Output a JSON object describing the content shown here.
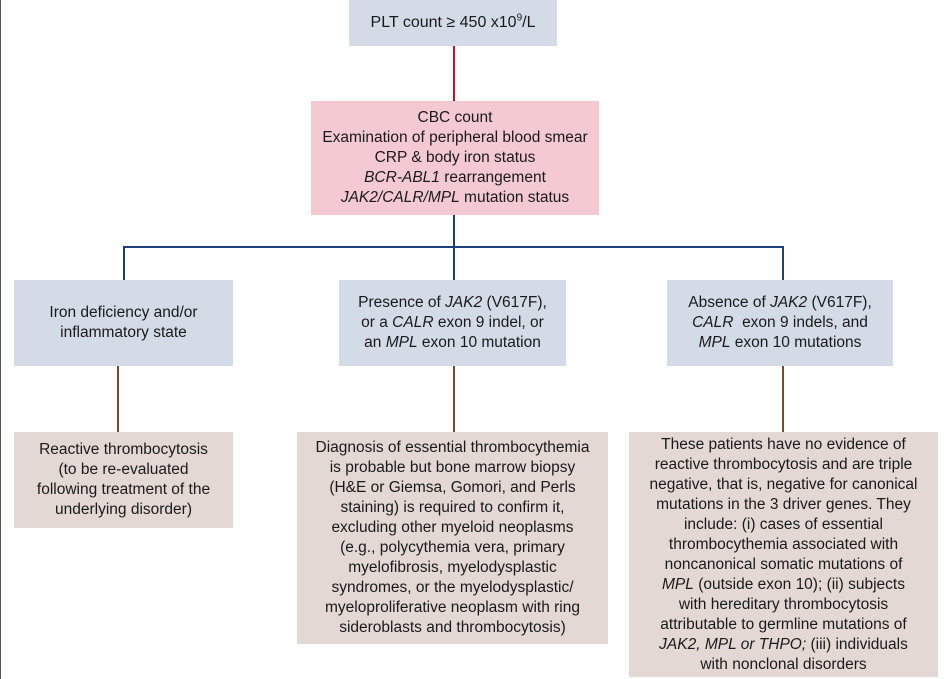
{
  "top": {
    "pre": "PLT count ≥ 450 x10",
    "sup": "9",
    "post": "/L"
  },
  "workup": {
    "l1": "CBC count",
    "l2": "Examination of peripheral blood smear",
    "l3": "CRP & body iron status",
    "l4_i": "BCR-ABL1",
    "l4_post": " rearrangement",
    "l5_i": "JAK2/CALR/MPL",
    "l5_post": " mutation status"
  },
  "branch_left": {
    "l1": "Iron deficiency and/or",
    "l2": "inflammatory state"
  },
  "branch_mid": {
    "l1_pre": "Presence of ",
    "l1_i": "JAK2",
    "l1_post": " (V617F),",
    "l2_pre": "or a ",
    "l2_i": "CALR",
    "l2_post": " exon 9 indel, or",
    "l3_pre": "an ",
    "l3_i": "MPL",
    "l3_post": " exon 10 mutation"
  },
  "branch_right": {
    "l1_pre": "Absence of ",
    "l1_i": "JAK2",
    "l1_post": " (V617F),",
    "l2_i": "CALR",
    "l2_post": "  exon 9 indels, and",
    "l3_i": "MPL",
    "l3_post": " exon 10 mutations"
  },
  "outcome_left": {
    "l1": "Reactive thrombocytosis",
    "l2": "(to be re-evaluated",
    "l3": "following treatment of the",
    "l4": "underlying disorder)"
  },
  "outcome_mid": {
    "l1": "Diagnosis of essential thrombocythemia",
    "l2": "is probable but bone marrow biopsy",
    "l3": "(H&E or Giemsa, Gomori, and Perls",
    "l4": "staining) is required to confirm it,",
    "l5": "excluding other myeloid neoplasms",
    "l6": "(e.g., polycythemia vera, primary",
    "l7": "myelofibrosis, myelodysplastic",
    "l8": "syndromes, or the myelodysplastic/",
    "l9": "myeloproliferative neoplasm with ring",
    "l10": "sideroblasts and thrombocytosis)"
  },
  "outcome_right": {
    "l1": "These patients have no evidence of",
    "l2": "reactive thrombocytosis and are triple",
    "l3": "negative, that is, negative for canonical",
    "l4": "mutations in the 3 driver genes. They",
    "l5": "include: (i) cases of essential",
    "l6": "thrombocythemia associated with",
    "l7": "noncanonical somatic mutations of",
    "l8_i": "MPL",
    "l8_post": " (outside exon 10); (ii) subjects",
    "l9": "with hereditary thrombocytosis",
    "l10": "attributable to germline mutations of",
    "l11_i": "JAK2, MPL or THPO;",
    "l11_post": " (iii) individuals",
    "l12": "with nonclonal disorders"
  },
  "colors": {
    "top_box": "#d3dbe6",
    "workup_box": "#f4c9d1",
    "branch_box": "#d3dbe6",
    "outcome_box": "#e3d8d3",
    "connector_top": "#c8102e",
    "connector_mid": "#1f3f7a",
    "connector_bottom": "#7a4a2e"
  }
}
